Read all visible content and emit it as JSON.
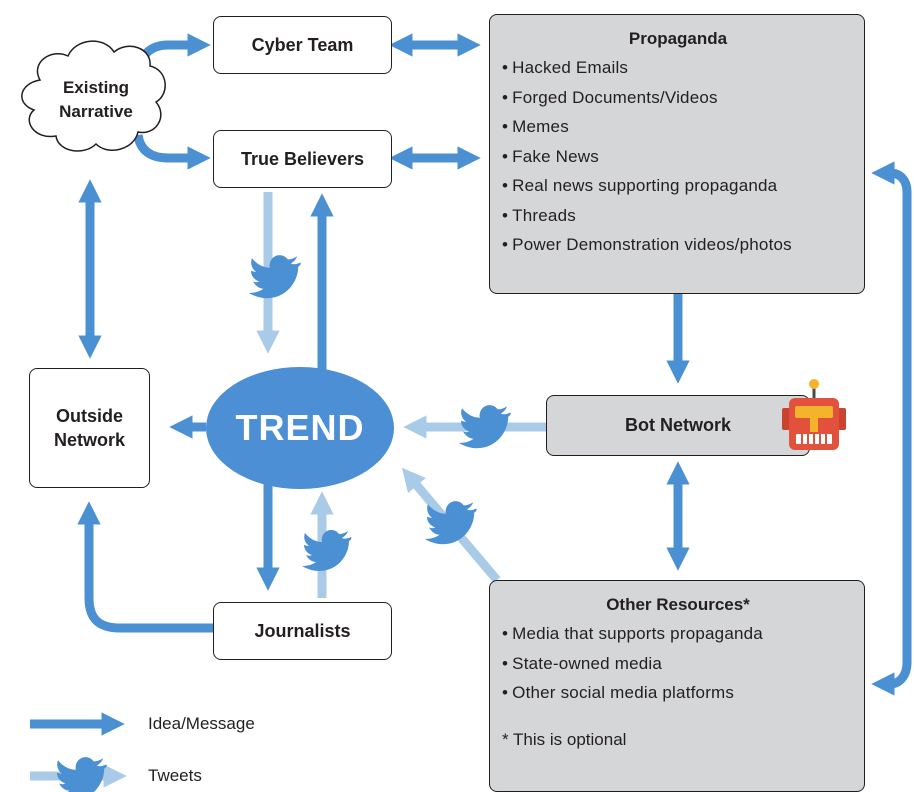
{
  "nodes": {
    "existing_narrative": "Existing\nNarrative",
    "cyber_team": "Cyber Team",
    "true_believers": "True Believers",
    "outside_network": "Outside\nNetwork",
    "trend": "TREND",
    "journalists": "Journalists",
    "bot_network": "Bot Network"
  },
  "propaganda": {
    "title": "Propaganda",
    "items": [
      "Hacked Emails",
      "Forged Documents/Videos",
      "Memes",
      "Fake News",
      "Real news supporting propaganda",
      "Threads",
      "Power Demonstration videos/photos"
    ]
  },
  "other_resources": {
    "title": "Other Resources*",
    "items": [
      "Media that supports propaganda",
      "State-owned media",
      "Other social media platforms"
    ],
    "note": "* This is optional"
  },
  "legend": {
    "idea": "Idea/Message",
    "tweets": "Tweets"
  },
  "colors": {
    "idea_arrow": "#4a90d2",
    "tweet_arrow": "#a9cbe8",
    "trend_fill": "#4c8fd4",
    "gray_box": "#d4d6d8",
    "robot_red": "#e2513b",
    "robot_yellow": "#f4b32a"
  },
  "icons": [
    "twitter-bird-icon",
    "robot-icon",
    "cloud-shape"
  ]
}
